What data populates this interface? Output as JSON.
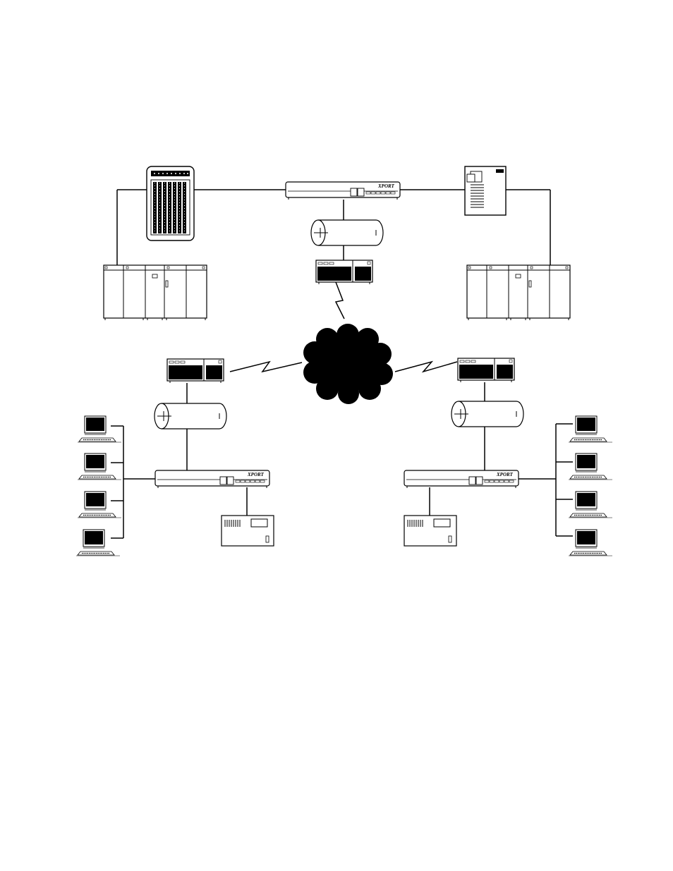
{
  "diagram": {
    "type": "network-topology",
    "colors": {
      "line": "#000000",
      "fill": "#ffffff",
      "cloud": "#000000"
    },
    "devices": {
      "terminal_server_top": {
        "brand": "XPORT",
        "icon": "terminal-server"
      },
      "terminal_server_left": {
        "brand": "XPORT",
        "icon": "terminal-server"
      },
      "terminal_server_right": {
        "brand": "XPORT",
        "icon": "terminal-server"
      }
    },
    "icons": [
      "patch-panel",
      "terminal-server",
      "printer",
      "mainframe",
      "network-segment",
      "modem",
      "wan-cloud",
      "lightning-link",
      "workstation",
      "laser-printer"
    ]
  }
}
